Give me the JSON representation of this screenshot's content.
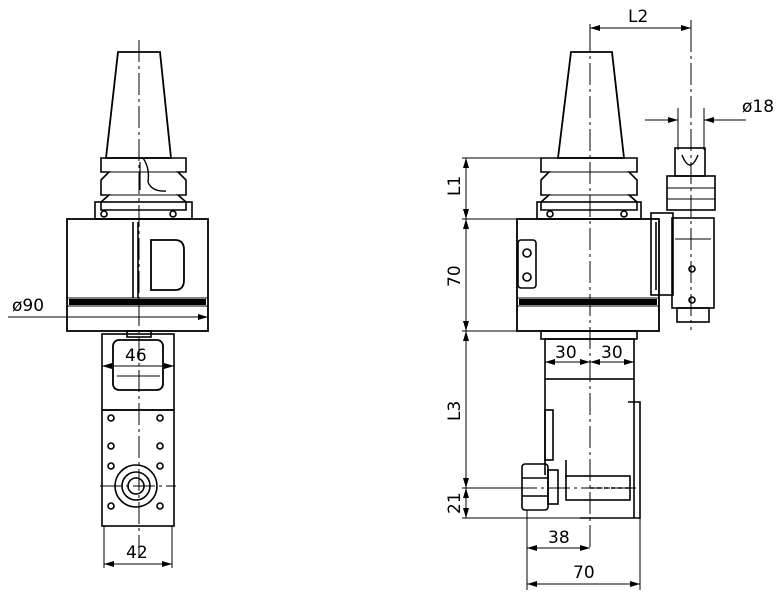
{
  "dimensions": {
    "front": {
      "diameter": "ø90",
      "width_top": "46",
      "width_bottom": "42"
    },
    "side": {
      "l2": "L2",
      "diameter_collet": "ø18",
      "l1": "L1",
      "height_body": "70",
      "l3": "L3",
      "height_low": "21",
      "half_left": "30",
      "half_right": "30",
      "width_38": "38",
      "width_70": "70"
    }
  },
  "colors": {
    "line": "#000000",
    "background": "#ffffff"
  }
}
